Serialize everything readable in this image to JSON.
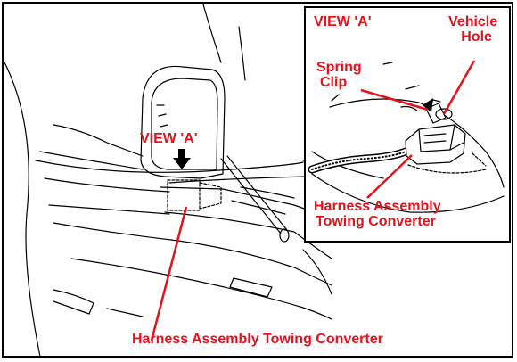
{
  "colors": {
    "annotation": "#e8101a",
    "line_art": "#000000",
    "background": "#ffffff"
  },
  "labels": {
    "main_view": "VIEW 'A'",
    "inset_view": "VIEW 'A'",
    "vehicle_hole_line1": "Vehicle",
    "vehicle_hole_line2": "Hole",
    "spring_clip_line1": "Spring",
    "spring_clip_line2": "Clip",
    "inset_harness_line1": "Harness Assembly",
    "inset_harness_line2": "Towing Converter",
    "main_harness": "Harness Assembly Towing Converter"
  },
  "icons": {
    "view_arrow": "arrow-down-icon"
  }
}
